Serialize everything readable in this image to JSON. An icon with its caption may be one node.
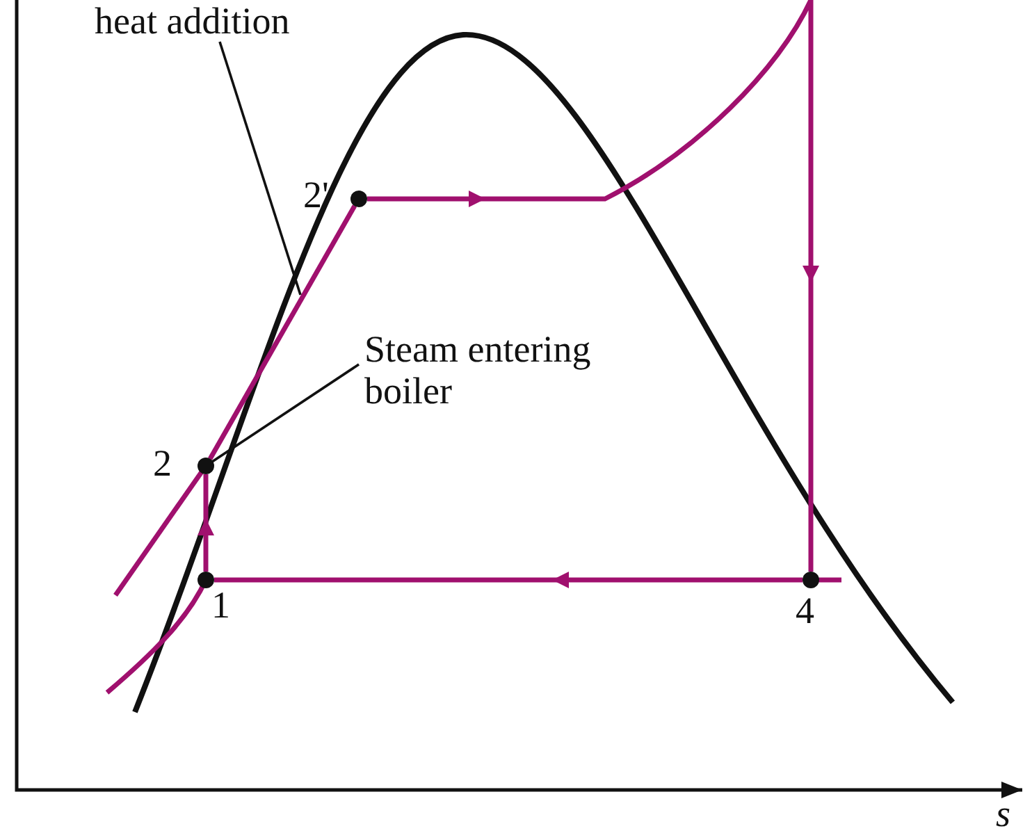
{
  "diagram": {
    "nodes": [
      {
        "text": [
          "heat addition"
        ]
      },
      {
        "text": [
          "Steam entering boiler"
        ]
      },
      {
        "text": [],
        "shape": "circle",
        "beside": [
          "1"
        ]
      },
      {
        "text": [],
        "shape": "circle",
        "beside": [
          "2"
        ]
      },
      {
        "text": [],
        "shape": "circle",
        "beside": [
          "2'"
        ]
      },
      {
        "text": [],
        "shape": "circle",
        "beside": [
          "4"
        ]
      }
    ],
    "edges": [
      {
        "from": 2,
        "to": 3,
        "arrow": "to"
      },
      {
        "from": 3,
        "to": 4,
        "arrow": "none"
      },
      {
        "from": 4,
        "to": 5,
        "arrow": "to"
      },
      {
        "from": 5,
        "to": 2,
        "arrow": "to"
      },
      {
        "from": 0,
        "to": null,
        "arrow": "none",
        "color": "#111111"
      },
      {
        "from": 1,
        "to": 3,
        "arrow": "none",
        "color": "#111111"
      }
    ],
    "labels": [
      "s"
    ]
  }
}
